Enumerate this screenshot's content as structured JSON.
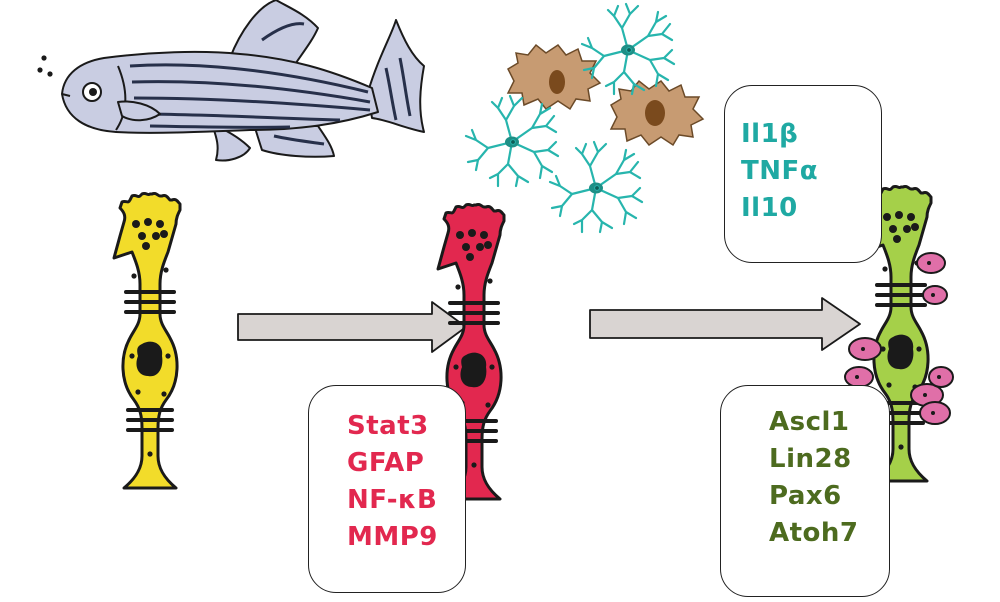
{
  "colors": {
    "outline": "#1a1a1a",
    "fish_body": "#c9cde2",
    "cell_quiescent": "#f2dc2a",
    "cell_reactive": "#e2284f",
    "cell_regenerating": "#a5d049",
    "progenitor": "#e06fa8",
    "microglia": "#27b5ad",
    "macrophage": "#c79b72",
    "macrophage_nucleus": "#7a4a1d",
    "arrow_fill": "#d9d4d2",
    "text_reactive": "#e2284f",
    "text_cytokine": "#1fa9a3",
    "text_regen": "#4d6b1f"
  },
  "icons": [
    "zebrafish-icon",
    "microglia-icon",
    "macrophage-icon",
    "muller-glia-cell-icon",
    "arrow-right-icon",
    "progenitor-cell-icon"
  ],
  "cytokines": {
    "items": [
      "Il1β",
      "TNFα",
      "Il10"
    ]
  },
  "reactive_markers": {
    "items": [
      "Stat3",
      "GFAP",
      "NF-κB",
      "MMP9"
    ]
  },
  "regeneration_markers": {
    "items": [
      "Ascl1",
      "Lin28",
      "Pax6",
      "Atoh7"
    ]
  }
}
